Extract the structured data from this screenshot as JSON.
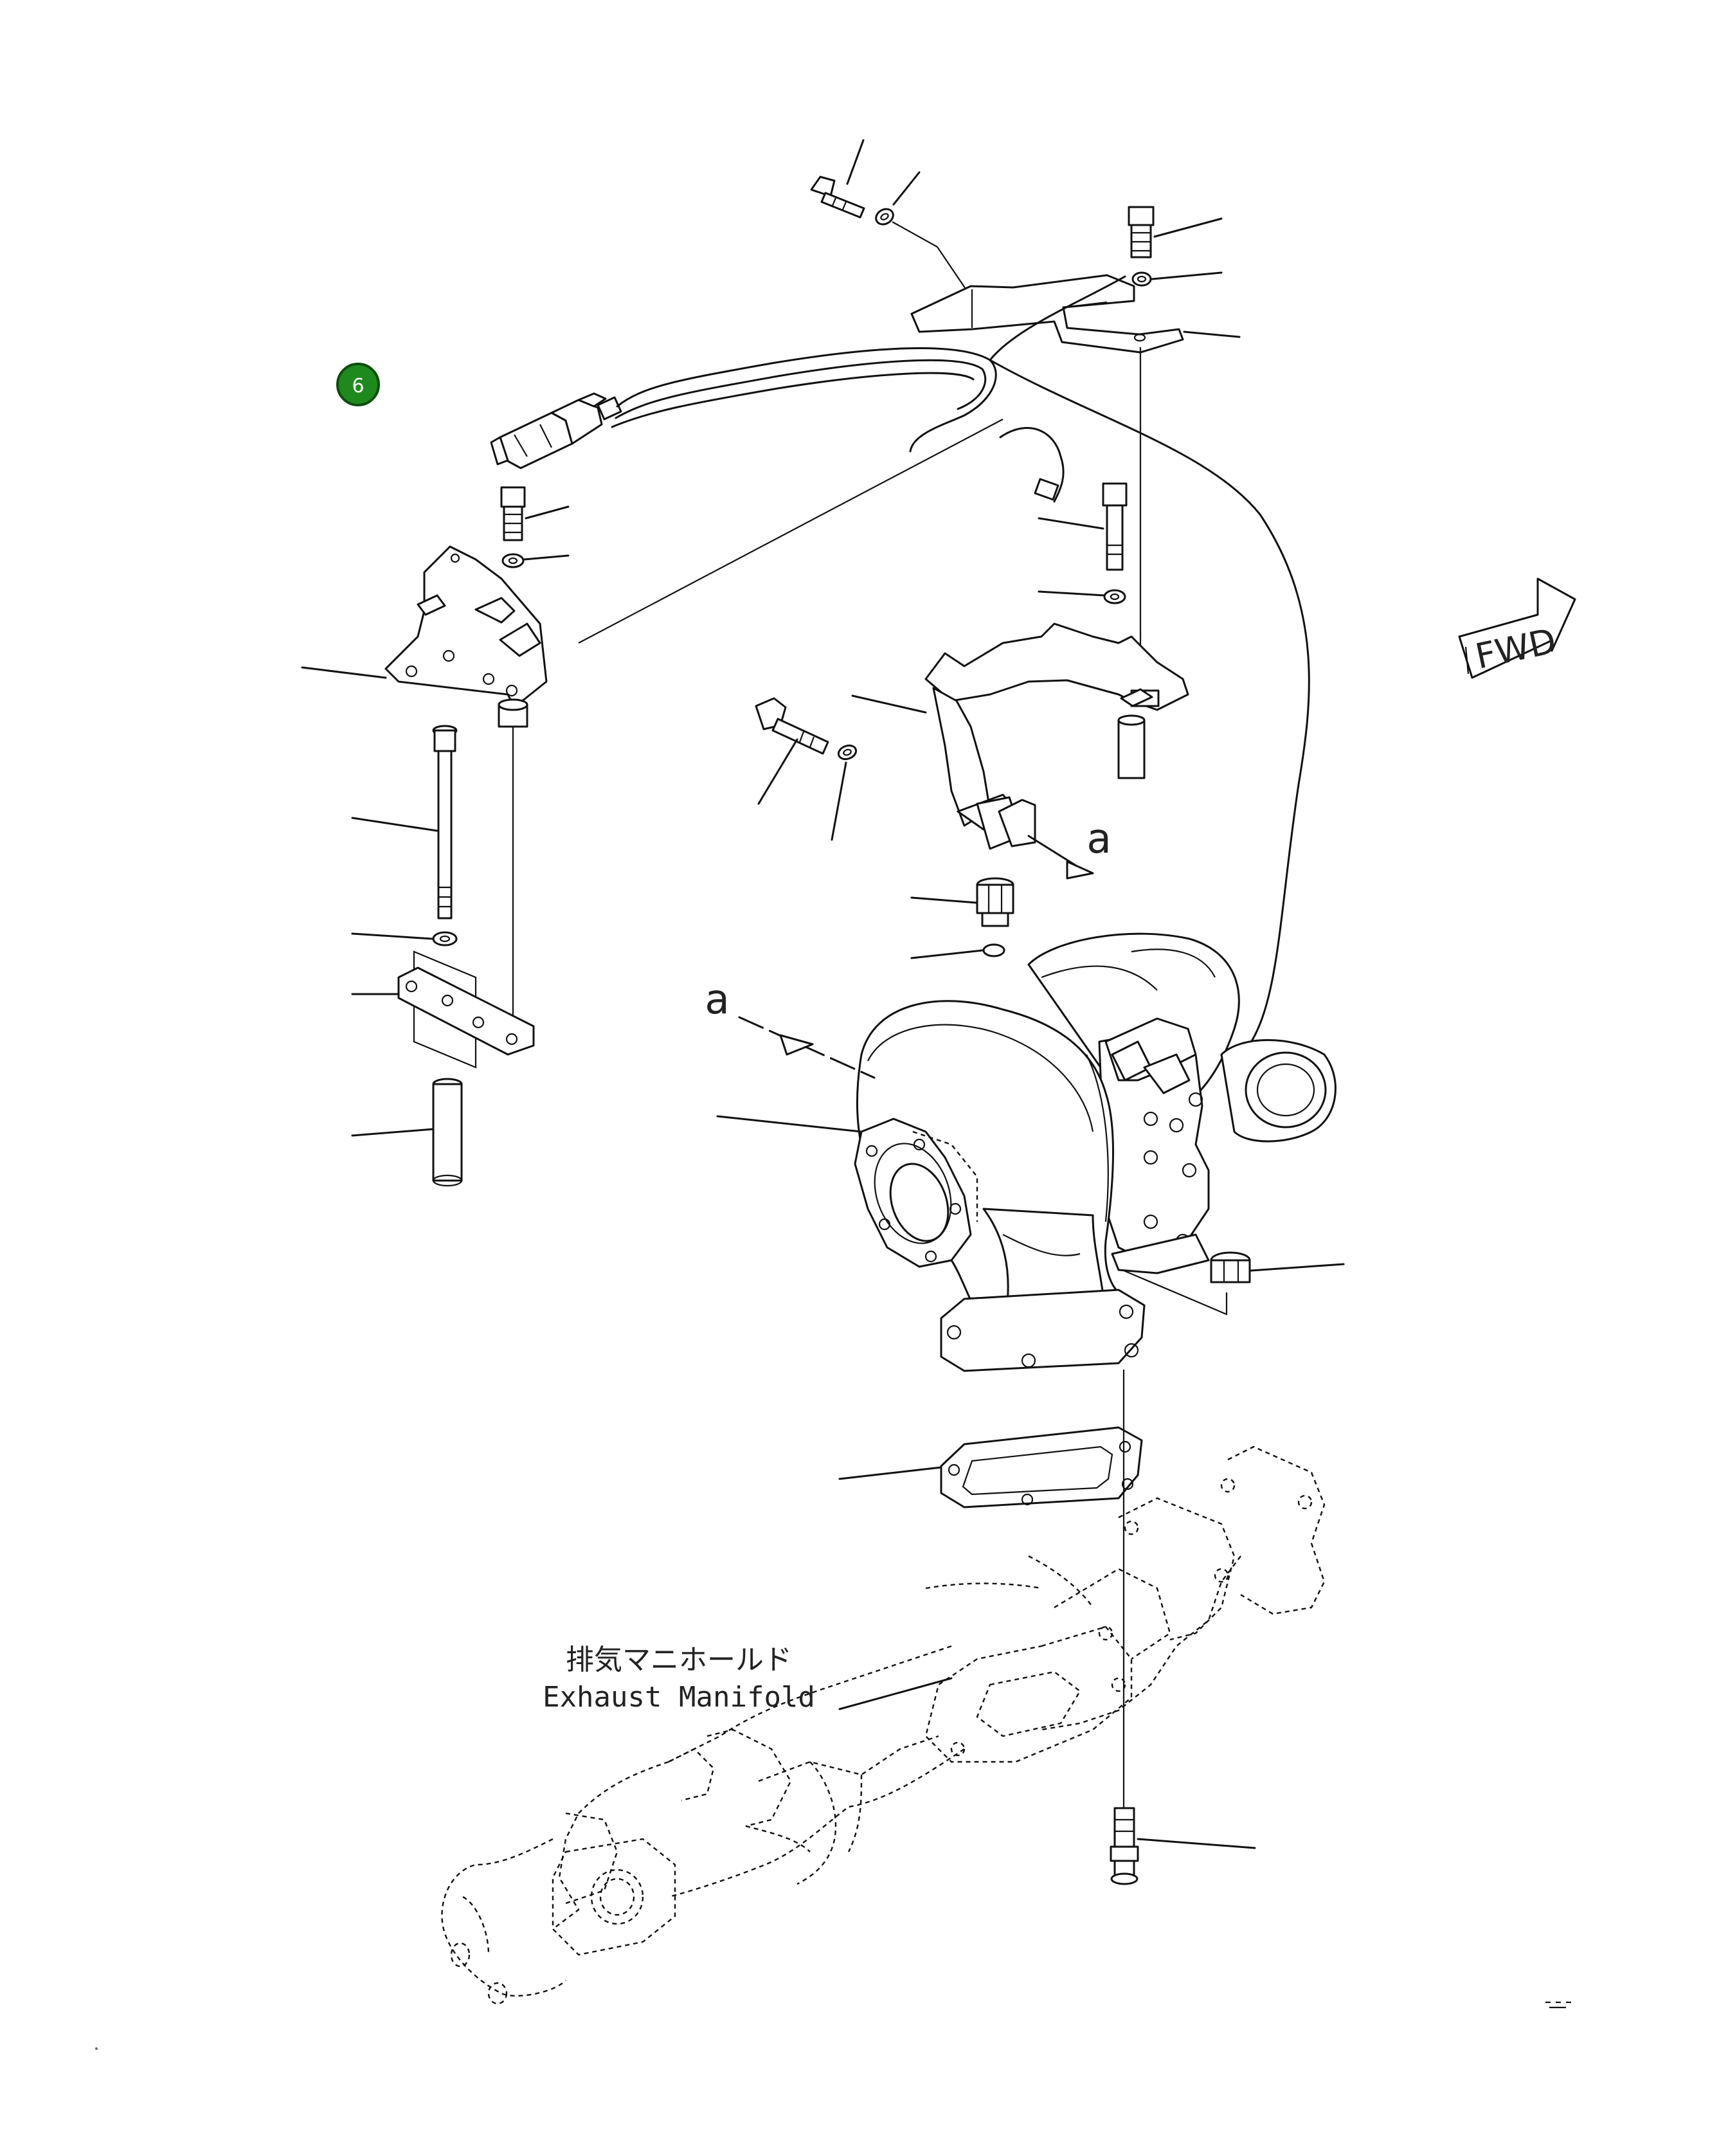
{
  "callout": {
    "number": "6",
    "color": "#1e8a1e"
  },
  "labels": {
    "manifold_jp": "排気マニホールド",
    "manifold_en": "Exhaust Manifold",
    "fwd": "FWD",
    "ref_a_upper": "a",
    "ref_a_lower": "a"
  },
  "colors": {
    "line": "#111111",
    "background": "#ffffff"
  }
}
